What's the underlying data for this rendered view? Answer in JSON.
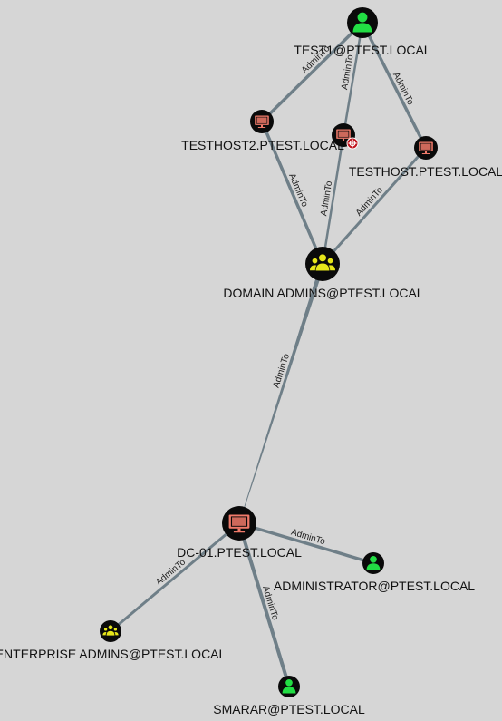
{
  "graph": {
    "edge_label": "AdminTo",
    "nodes": [
      {
        "id": "test1",
        "label": "TEST1@PTEST.LOCAL",
        "kind": "user",
        "icon": "user-icon"
      },
      {
        "id": "testhost2",
        "label": "TESTHOST2.PTEST.LOCAL",
        "kind": "computer",
        "icon": "computer-icon"
      },
      {
        "id": "hiddenhost",
        "label": "",
        "kind": "computer-target",
        "icon": "computer-target-icon"
      },
      {
        "id": "testhost",
        "label": "TESTHOST.PTEST.LOCAL",
        "kind": "computer",
        "icon": "computer-icon"
      },
      {
        "id": "domainadmins",
        "label": "DOMAIN ADMINS@PTEST.LOCAL",
        "kind": "group",
        "icon": "group-icon"
      },
      {
        "id": "dc01",
        "label": "DC-01.PTEST.LOCAL",
        "kind": "computer",
        "icon": "computer-icon"
      },
      {
        "id": "administrator",
        "label": "ADMINISTRATOR@PTEST.LOCAL",
        "kind": "user",
        "icon": "user-icon"
      },
      {
        "id": "enterpriseadmins",
        "label": "ENTERPRISE ADMINS@PTEST.LOCAL",
        "kind": "group",
        "icon": "group-icon"
      },
      {
        "id": "smarar",
        "label": "SMARAR@PTEST.LOCAL",
        "kind": "user",
        "icon": "user-icon"
      }
    ],
    "edges": [
      {
        "from": "test1",
        "to": "testhost2",
        "label": "AdminTo"
      },
      {
        "from": "test1",
        "to": "hiddenhost",
        "label": "AdminTo"
      },
      {
        "from": "test1",
        "to": "testhost",
        "label": "AdminTo"
      },
      {
        "from": "testhost2",
        "to": "domainadmins",
        "label": "AdminTo"
      },
      {
        "from": "hiddenhost",
        "to": "domainadmins",
        "label": "AdminTo"
      },
      {
        "from": "testhost",
        "to": "domainadmins",
        "label": "AdminTo"
      },
      {
        "from": "domainadmins",
        "to": "dc01",
        "label": "AdminTo"
      },
      {
        "from": "dc01",
        "to": "administrator",
        "label": "AdminTo"
      },
      {
        "from": "dc01",
        "to": "enterpriseadmins",
        "label": "AdminTo"
      },
      {
        "from": "dc01",
        "to": "smarar",
        "label": "AdminTo"
      }
    ],
    "colors": {
      "background": "#d6d6d6",
      "edge": "#6f7f88",
      "node_ring": "#0a0a0a",
      "user": "#22dd44",
      "group": "#e6e61a",
      "computer": "#f07a6a",
      "target_badge": "#c0141e"
    }
  }
}
